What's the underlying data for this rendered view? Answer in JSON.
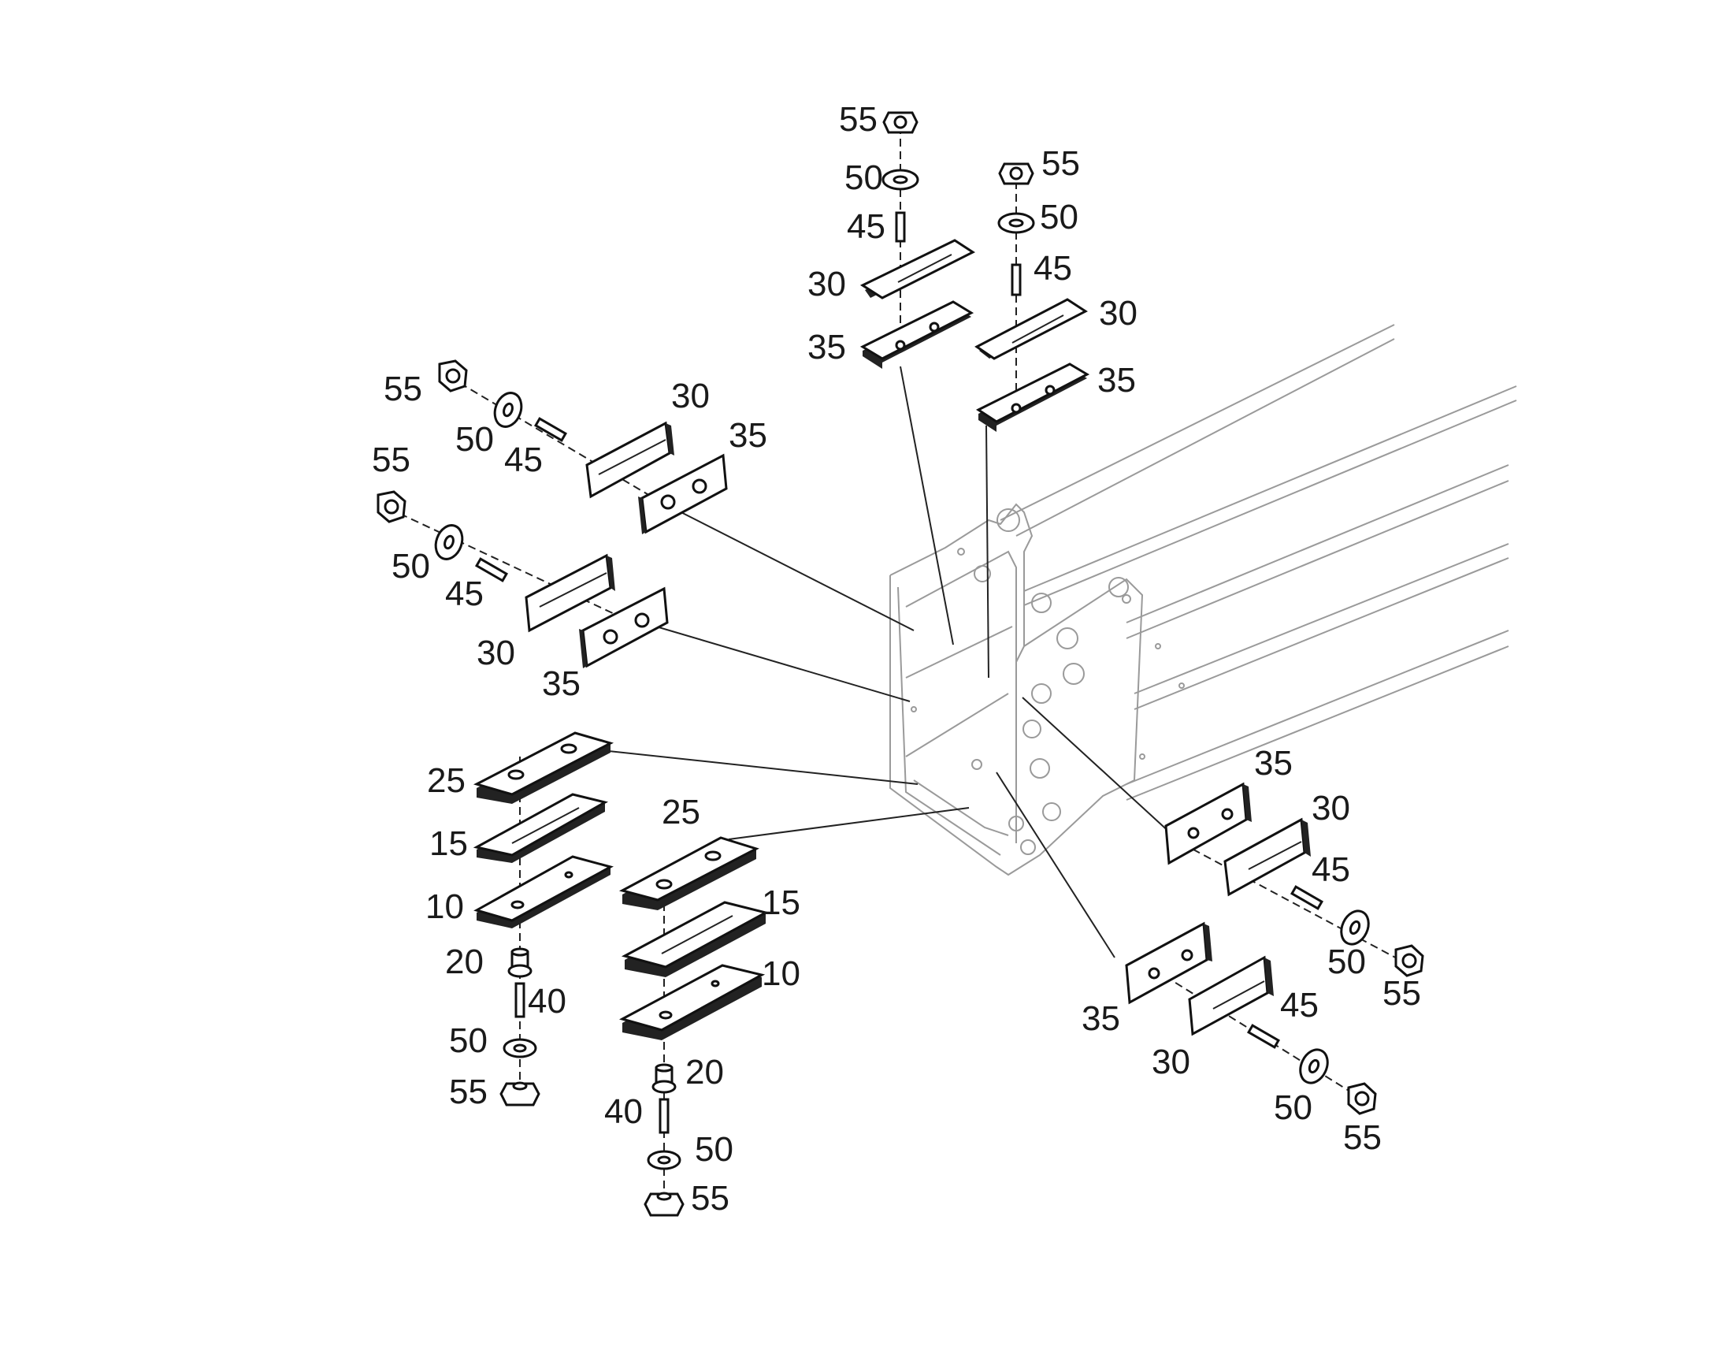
{
  "labels": {
    "top_left_55": "55",
    "top_left_50": "50",
    "top_left_45": "45",
    "top_left_30": "30",
    "top_left_35": "35",
    "top_right_55": "55",
    "top_right_50": "50",
    "top_right_45": "45",
    "top_right_30": "30",
    "top_right_35": "35",
    "left_upper_55": "55",
    "left_upper_50": "50",
    "left_upper_45": "45",
    "left_upper_30": "30",
    "left_upper_35": "35",
    "left_lower_55": "55",
    "left_lower_50": "50",
    "left_lower_45": "45",
    "left_lower_30": "30",
    "left_lower_35": "35",
    "bottom_left_25": "25",
    "bottom_left_15": "15",
    "bottom_left_10": "10",
    "bottom_left_20": "20",
    "bottom_left_40": "40",
    "bottom_left_50": "50",
    "bottom_left_55": "55",
    "bottom_mid_25": "25",
    "bottom_mid_15": "15",
    "bottom_mid_10": "10",
    "bottom_mid_20": "20",
    "bottom_mid_40": "40",
    "bottom_mid_50": "50",
    "bottom_mid_55": "55",
    "right_upper_35": "35",
    "right_upper_30": "30",
    "right_upper_45": "45",
    "right_upper_50": "50",
    "right_upper_55": "55",
    "right_lower_35": "35",
    "right_lower_30": "30",
    "right_lower_45": "45",
    "right_lower_50": "50",
    "right_lower_55": "55"
  }
}
